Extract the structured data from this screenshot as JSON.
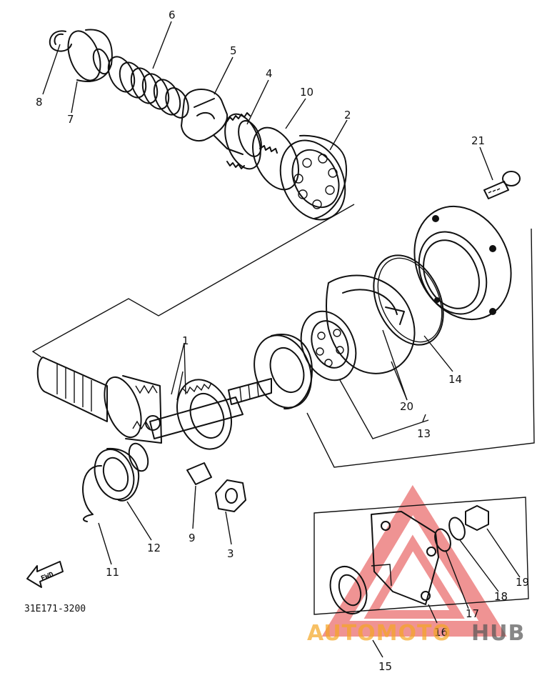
{
  "diagram": {
    "part_labels": [
      "1",
      "2",
      "3",
      "4",
      "5",
      "6",
      "7",
      "8",
      "9",
      "10",
      "11",
      "12",
      "13",
      "14",
      "15",
      "16",
      "17",
      "18",
      "19",
      "20",
      "21"
    ],
    "fwd_label": "FWD",
    "figure_code": "31E171-3200"
  },
  "watermark": {
    "text_a": "AUTOMOTO",
    "text_b": "HUB",
    "color_red": "#e23b3b",
    "color_orange": "#f5a623",
    "color_gray": "#555555"
  }
}
